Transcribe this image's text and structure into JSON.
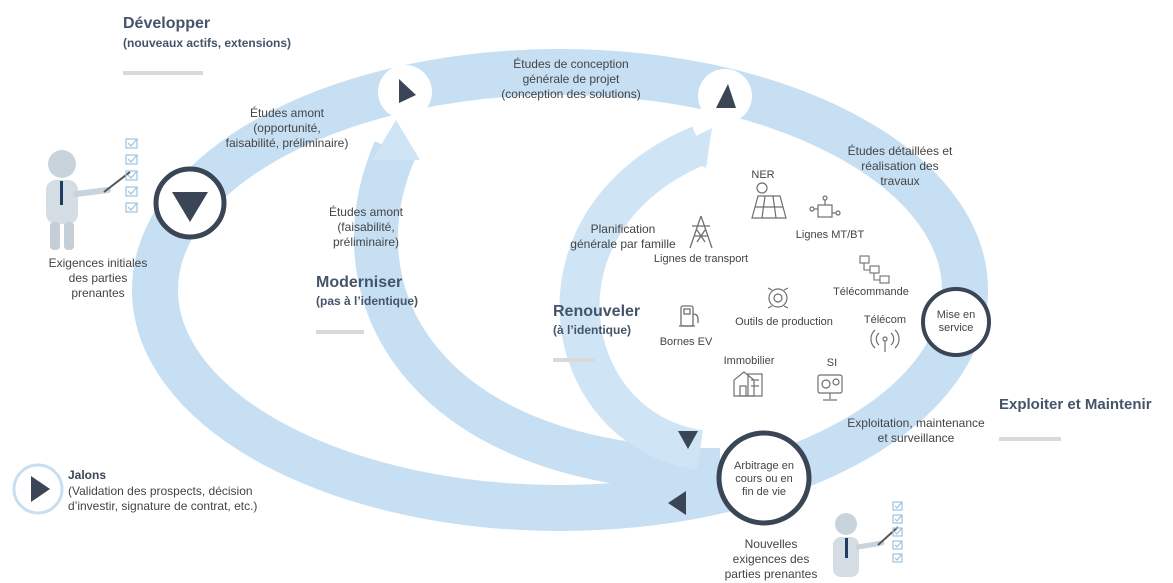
{
  "colors": {
    "ring": "#c7dff3",
    "ring_shadow": "#dbeaf7",
    "navy": "#3a4556",
    "text": "#444444",
    "heading": "#44546a",
    "rule": "#d9d9d9",
    "icon": "#6f6f6f"
  },
  "developper": {
    "title": "Développer",
    "subtitle": "(nouveaux actifs, extensions)"
  },
  "moderniser": {
    "title": "Moderniser",
    "subtitle": "(pas à l’identique)"
  },
  "renouveler": {
    "title": "Renouveler",
    "subtitle": "(à l’identique)"
  },
  "exploiter": {
    "title": "Exploiter et Maintenir"
  },
  "labels": {
    "etudes_amont_top": "Études amont\n(opportunité,\nfaisabilité, préliminaire)",
    "etudes_amont_mid": "Études amont\n(faisabilité,\npréliminaire)",
    "etudes_conception": "Études de conception\ngénérale de projet\n(conception des solutions)",
    "etudes_detaillees": "Études détaillées  et\nréalisation des\ntravaux",
    "exigences_initiales": "Exigences initiales\ndes parties\nprenantes",
    "planification": "Planification\ngénérale par famille",
    "exploitation": "Exploitation, maintenance\net surveillance",
    "nouvelles_exigences": "Nouvelles\nexigences des\nparties prenantes",
    "mise_en_service": "Mise en\nservice",
    "arbitrage": "Arbitrage en\ncours  ou en\nfin de vie"
  },
  "assets": {
    "ner": "NER",
    "lignes_mt_bt": "Lignes MT/BT",
    "lignes_transport": "Lignes de transport",
    "telecommande": "Télécommande",
    "outils_production": "Outils de production",
    "bornes_ev": "Bornes EV",
    "telecom": "Télécom",
    "immobilier": "Immobilier",
    "si": "SI"
  },
  "legend": {
    "title": "Jalons",
    "description": "(Validation des prospects, décision\nd’investir, signature de contrat, etc.)"
  }
}
